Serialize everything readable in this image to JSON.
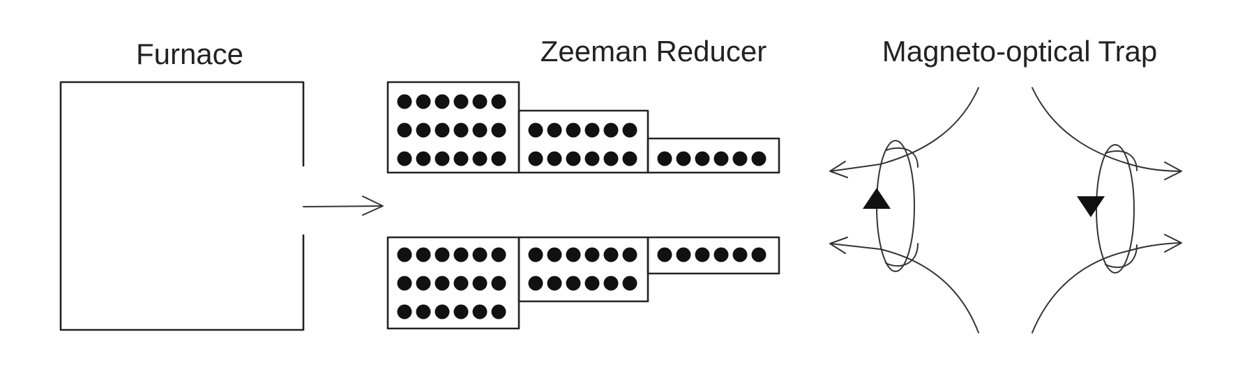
{
  "labels": {
    "furnace": "Furnace",
    "zeeman": "Zeeman Reducer",
    "mot": "Magneto-optical Trap"
  },
  "colors": {
    "ink": "#222222",
    "dot": "#111111",
    "background": "#ffffff"
  },
  "zeeman_reducer": {
    "dots_per_row": 6,
    "upper_block_rows": [
      3,
      2,
      1
    ],
    "lower_block_rows": [
      3,
      2,
      1
    ]
  }
}
